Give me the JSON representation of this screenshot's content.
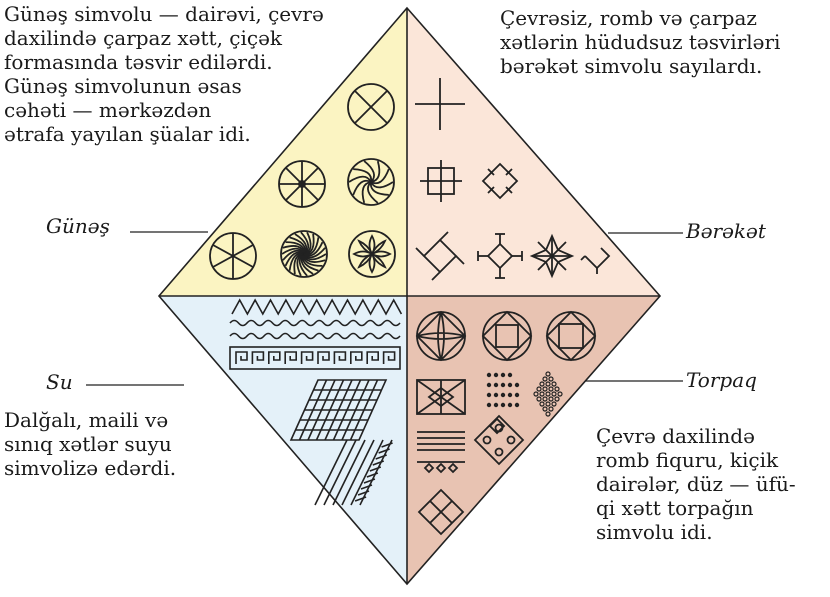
{
  "colors": {
    "top_left": "#fbf4c2",
    "top_right": "#fbe6d9",
    "bottom_left": "#e4f1f9",
    "bottom_right": "#e8c3b2",
    "stroke": "#222222"
  },
  "labels": {
    "gunes": "Günəş",
    "bereket": "Bərəkət",
    "su": "Su",
    "torpaq": "Torpaq"
  },
  "texts": {
    "gunes": [
      "Günəş simvolu — dairəvi, çevrə",
      "daxilində çarpaz xətt, çiçək",
      "formasında təsvir edilərdi.",
      "Günəş simvolunun əsas",
      "cəhəti — mərkəzdən",
      "ətrafa yayılan şüalar idi."
    ],
    "bereket": [
      "Çevrəsiz, romb və çarpaz",
      "xətlərin hüdudsuz təsvirləri",
      "bərəkət  simvolu sayılardı."
    ],
    "su": [
      "Dalğalı, maili və",
      "sınıq xətlər suyu",
      "simvolizə edərdi."
    ],
    "torpaq": [
      "Çevrə daxilində",
      "romb fiquru, kiçik",
      "dairələr, düz — üfü-",
      "qi xətt  torpağın",
      "simvolu idi."
    ]
  },
  "icons": {
    "sun": "sun-symbol-icon",
    "abundance": "abundance-symbol-icon",
    "water": "water-symbol-icon",
    "earth": "earth-symbol-icon"
  }
}
